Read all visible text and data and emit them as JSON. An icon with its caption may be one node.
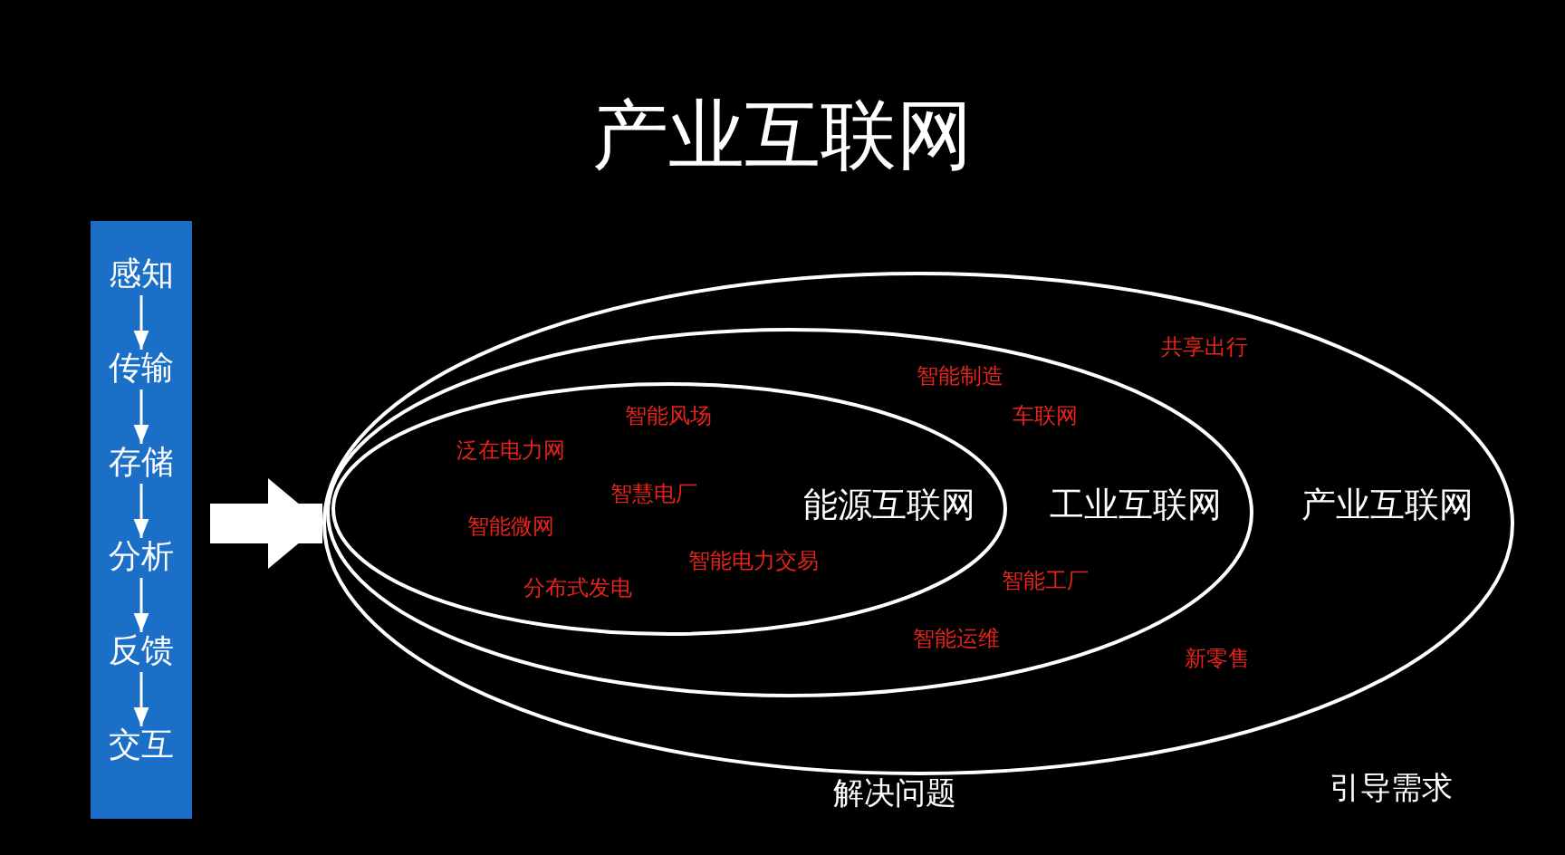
{
  "diagram": {
    "title": "产业互联网",
    "nodes": [
      {
        "text": [],
        "shape": "bar"
      },
      {
        "text": [
          "感知"
        ],
        "in": 0
      },
      {
        "text": [
          "传输"
        ],
        "in": 0
      },
      {
        "text": [
          "存储"
        ],
        "in": 0
      },
      {
        "text": [
          "分析"
        ],
        "in": 0
      },
      {
        "text": [
          "反馈"
        ],
        "in": 0
      },
      {
        "text": [
          "交互"
        ],
        "in": 0
      },
      {
        "text": [
          "产业互联网"
        ]
      },
      {
        "text": [
          "工业互联网"
        ],
        "in": 7
      },
      {
        "text": [
          "能源互联网"
        ],
        "in": 8
      }
    ],
    "edges": [
      {
        "from": 1,
        "to": 2,
        "arrow": "to"
      },
      {
        "from": 2,
        "to": 3,
        "arrow": "to"
      },
      {
        "from": 3,
        "to": 4,
        "arrow": "to"
      },
      {
        "from": 4,
        "to": 5,
        "arrow": "to"
      },
      {
        "from": 5,
        "to": 6,
        "arrow": "to"
      },
      {
        "from": 0,
        "to": 7,
        "arrow": "to",
        "style": "thick"
      }
    ],
    "labels": [
      "共享出行",
      "智能制造",
      "车联网",
      "智能风场",
      "泛在电力网",
      "智慧电厂",
      "智能微网",
      "智能电力交易",
      "分布式发电",
      "智能工厂",
      "智能运维",
      "新零售",
      "解决问题",
      "引导需求"
    ]
  }
}
